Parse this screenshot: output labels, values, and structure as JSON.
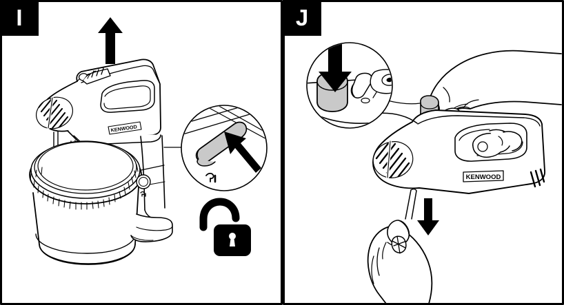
{
  "document": {
    "kind": "appliance-instruction-illustration",
    "product_brand": "KENWOOD",
    "panel_count": 2,
    "stroke_color": "#000000",
    "fill_color": "#ffffff",
    "accent_gray": "#c9c9c9",
    "frame_border_color": "#000000"
  },
  "panels": [
    {
      "id": "panel-i",
      "label": "I",
      "label_bg": "#000000",
      "label_fg": "#ffffff",
      "subject": "stand-mixer-with-bowl",
      "brand_badge": "KENWOOD",
      "callouts": [
        {
          "name": "release-slider-inset",
          "shape": "circle",
          "content": "gray release slider with black arrow pointing at it",
          "slider_color": "#c9c9c9",
          "arrow_color": "#000000",
          "symbol": "unlock-mark"
        },
        {
          "name": "unlock-padlock-icon",
          "shape": "open-padlock",
          "color": "#000000"
        },
        {
          "name": "lift-arrow",
          "direction": "up",
          "color": "#000000"
        }
      ],
      "parts": [
        "mixer-head",
        "air-vent-grille",
        "carry-handle",
        "speed-control-switches",
        "beater-pair",
        "mixing-bowl",
        "bowl-collar-ring",
        "bowl-base",
        "stand-column",
        "stand-foot",
        "bowl-release-knob"
      ]
    },
    {
      "id": "panel-j",
      "label": "J",
      "label_bg": "#000000",
      "label_fg": "#ffffff",
      "subject": "hand-mixer-beater-ejection",
      "brand_badge": "KENWOOD",
      "callouts": [
        {
          "name": "eject-button-inset",
          "shape": "circle",
          "content": "gray eject button pressed by black downward arrow",
          "button_color": "#c9c9c9",
          "arrow_color": "#000000"
        },
        {
          "name": "eject-arrow",
          "direction": "down",
          "color": "#000000"
        }
      ],
      "parts": [
        "hand-upper-gripping-handle",
        "thumb-on-eject-button",
        "mixer-body",
        "air-vent-grille",
        "carry-handle",
        "eject-button",
        "beater-shank",
        "hand-lower-catching-beater"
      ]
    }
  ]
}
